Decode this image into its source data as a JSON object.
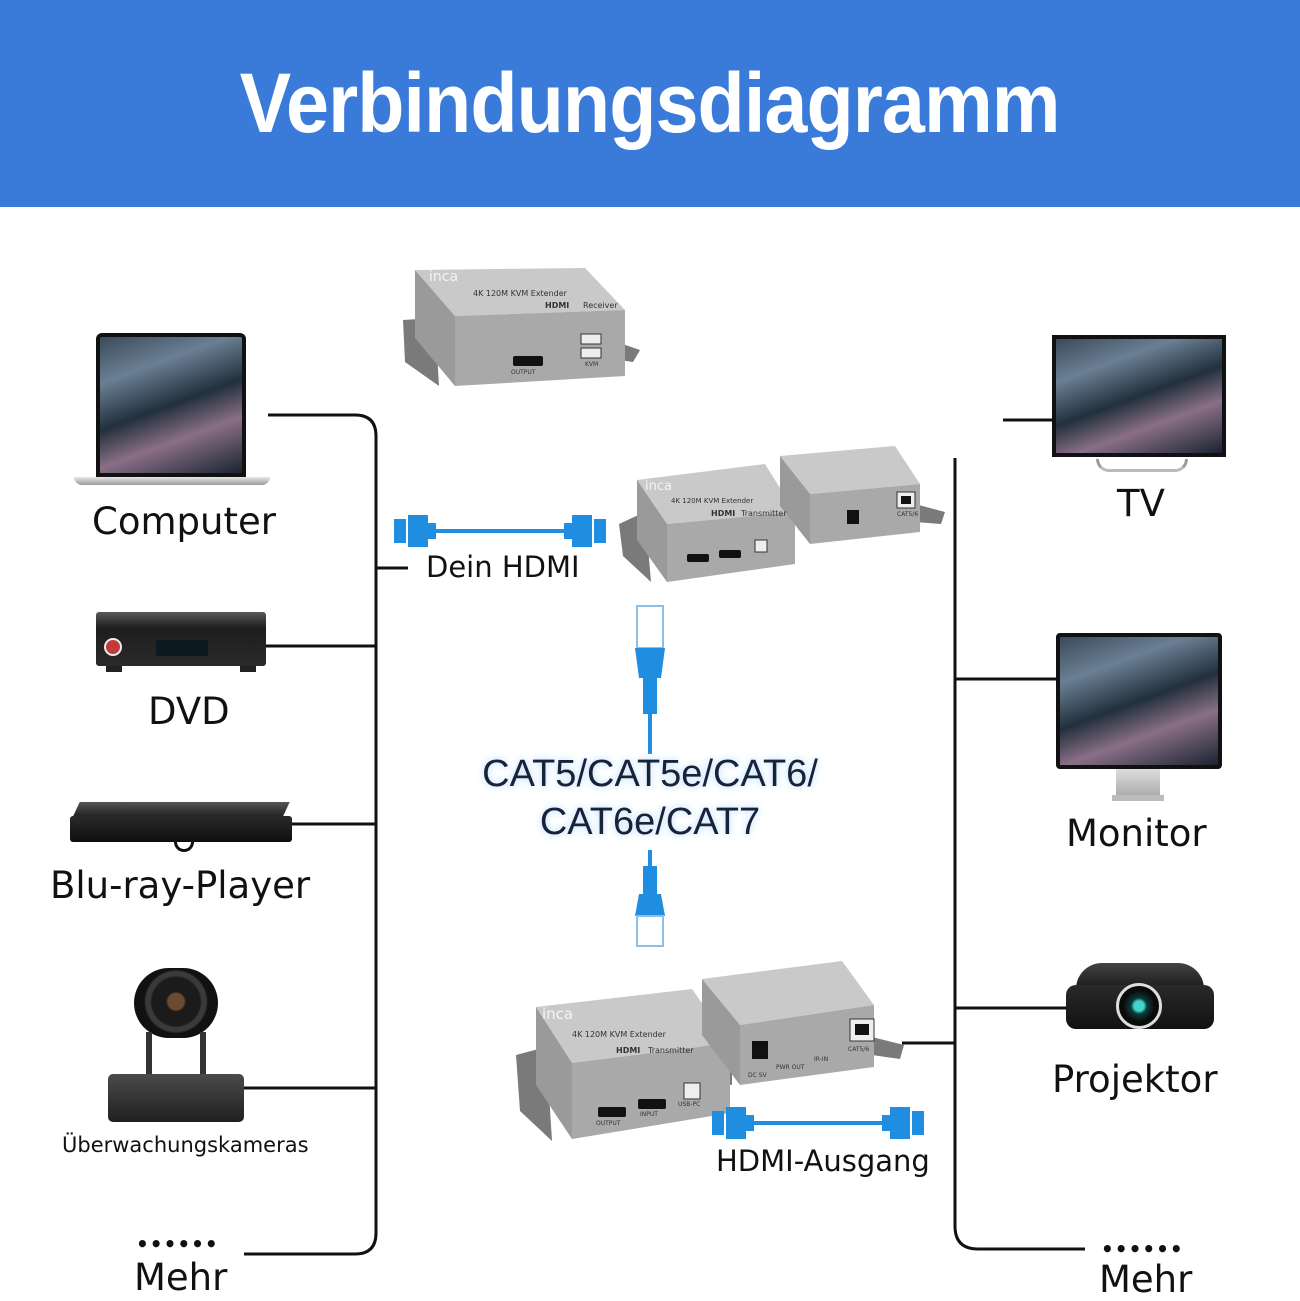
{
  "header": {
    "title": "Verbindungsdiagramm",
    "background": "#3a7bd9"
  },
  "sources": [
    {
      "label": "Computer",
      "icon": "laptop-icon"
    },
    {
      "label": "DVD",
      "icon": "dvd-player-icon"
    },
    {
      "label": "Blu-ray-Player",
      "icon": "bluray-player-icon"
    },
    {
      "label": "Überwachungskameras",
      "icon": "ptz-camera-icon"
    },
    {
      "label": "Mehr",
      "dots": "••••••"
    }
  ],
  "displays": [
    {
      "label": "TV",
      "icon": "tv-icon"
    },
    {
      "label": "Monitor",
      "icon": "monitor-icon"
    },
    {
      "label": "Projektor",
      "icon": "projector-icon"
    },
    {
      "label": "Mehr",
      "dots": "••••••"
    }
  ],
  "cables": {
    "input_hdmi": "Dein HDMI",
    "output_hdmi": "HDMI-Ausgang",
    "network_line1": "CAT5/CAT5e/CAT6/",
    "network_line2": "CAT6e/CAT7",
    "cable_color": "#1f8de0"
  },
  "devices": {
    "brand": "inca",
    "model": "4K 120M KVM Extender",
    "hdmi_logo": "HDMI",
    "receiver_label": "Receiver",
    "transmitter_label": "Transmitter",
    "ports": {
      "output": "OUTPUT",
      "input": "INPUT",
      "usb": "USB-PC",
      "kvm": "KVM",
      "dc": "DC 5V",
      "pwr": "PWR OUT",
      "ir": "IR-IN",
      "cat": "CAT5/6"
    }
  }
}
